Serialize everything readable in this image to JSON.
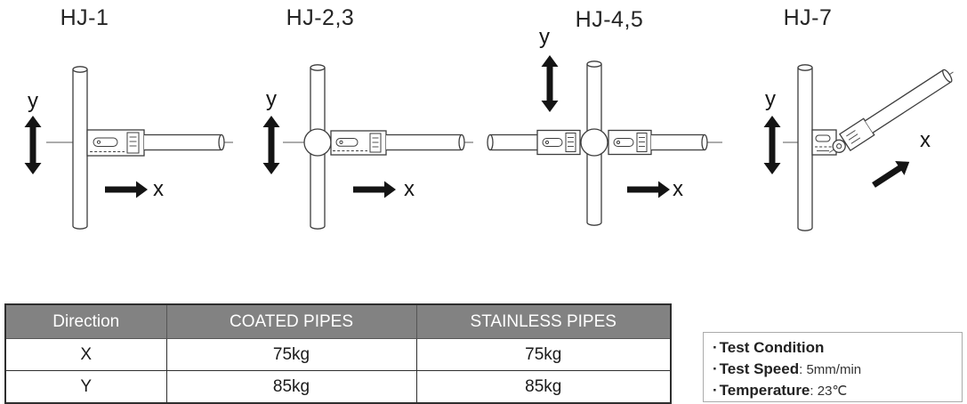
{
  "figures": [
    {
      "title": "HJ-1",
      "x_label": "x",
      "y_label": "y"
    },
    {
      "title": "HJ-2,3",
      "x_label": "x",
      "y_label": "y"
    },
    {
      "title": "HJ-4,5",
      "x_label": "x",
      "y_label": "y"
    },
    {
      "title": "HJ-7",
      "x_label": "x",
      "y_label": "y"
    }
  ],
  "strength_table": {
    "headers": [
      "Direction",
      "COATED PIPES",
      "STAINLESS PIPES"
    ],
    "rows": [
      [
        "X",
        "75kg",
        "75kg"
      ],
      [
        "Y",
        "85kg",
        "85kg"
      ]
    ]
  },
  "test_conditions": {
    "bullet": "·",
    "title": "Test Condition",
    "items": [
      {
        "label": "Test Speed",
        "value": ": 5mm/min"
      },
      {
        "label": "Temperature",
        "value": ": 23℃"
      }
    ]
  },
  "colors": {
    "table_header_bg": "#828282",
    "table_header_text": "#ffffff",
    "diagram_line": "#3d3d3d",
    "arrow": "#141414",
    "note_border": "#ababab"
  }
}
